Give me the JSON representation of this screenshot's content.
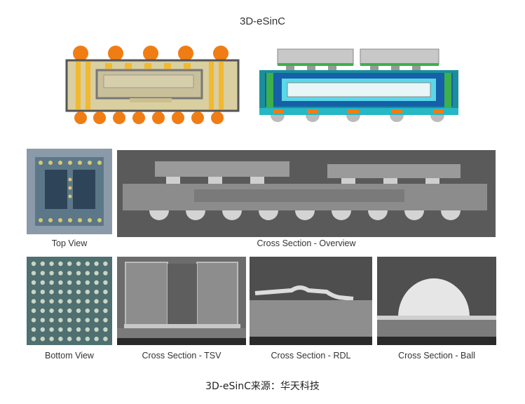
{
  "title": "3D-eSinC",
  "captions": {
    "top_view": "Top View",
    "overview": "Cross Section - Overview",
    "bottom_view": "Bottom View",
    "tsv": "Cross Section - TSV",
    "rdl": "Cross Section - RDL",
    "ball": "Cross Section - Ball"
  },
  "footer": "3D-eSinC来源：华天科技",
  "colors": {
    "solder": "#f07d14",
    "substrate": "#d9cfa0",
    "sem_gray": "#6b6b6b",
    "pcb_teal": "#1aa5b0",
    "die_green": "#3cb04a"
  }
}
